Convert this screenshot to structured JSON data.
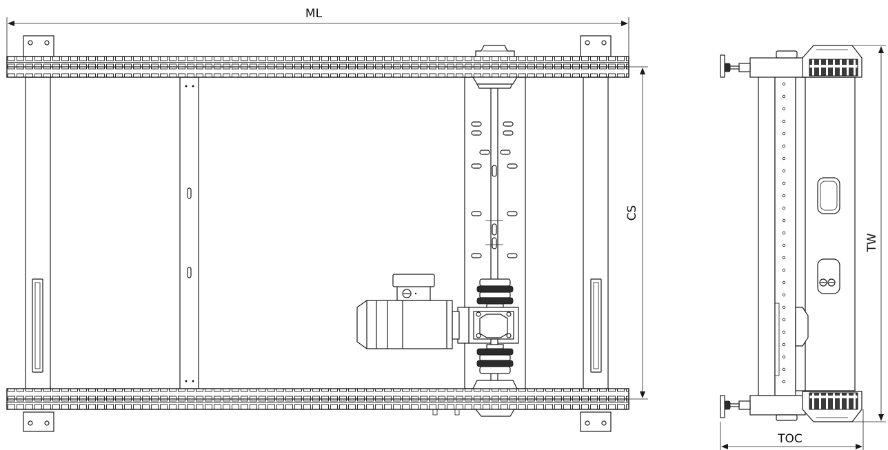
{
  "drawing": {
    "dimensions": {
      "ml": "ML",
      "cs": "CS",
      "tw": "TW",
      "toc": "TOC"
    }
  }
}
